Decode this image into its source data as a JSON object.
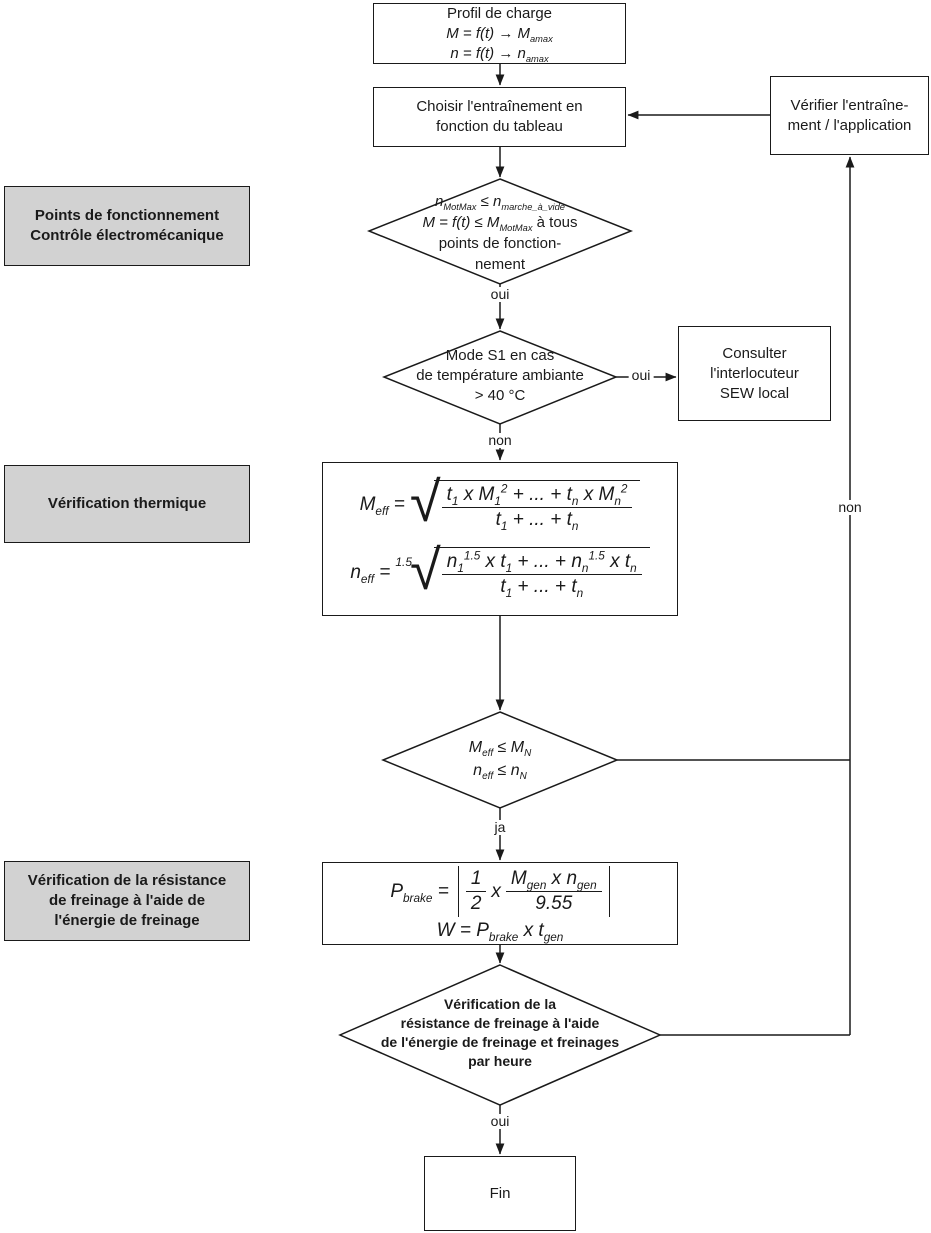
{
  "colors": {
    "label_bg": "#d2d2d2",
    "line": "#1a1a1a",
    "box_bg": "#ffffff"
  },
  "labels": {
    "oui1": "oui",
    "oui2": "oui",
    "non2": "non",
    "ja": "ja",
    "oui4": "oui",
    "non_right": "non"
  },
  "boxes": {
    "profil": {
      "line1": "Profil de charge",
      "line2": [
        {
          "t": "M = f(t) → M"
        },
        {
          "t": "amax",
          "s": "sub"
        }
      ],
      "line3": [
        {
          "t": "n = f(t) → n"
        },
        {
          "t": "amax",
          "s": "sub"
        }
      ]
    },
    "choisir": {
      "line1": "Choisir l'entraînement en",
      "line2": "fonction du tableau"
    },
    "verifier": {
      "line1": "Vérifier l'entraîne-",
      "line2": "ment / l'application"
    },
    "consulter": {
      "line1": "Consulter",
      "line2": "l'interlocuteur",
      "line3": "SEW local"
    },
    "fin": {
      "line1": "Fin"
    }
  },
  "sidelabels": {
    "electro": {
      "line1": "Points de fonctionnement",
      "line2": "Contrôle électromécanique"
    },
    "thermal": {
      "line1": "Vérification thermique"
    },
    "brake": {
      "line1": "Vérification de la résistance",
      "line2": "de freinage à l'aide de",
      "line3": "l'énergie de freinage"
    }
  },
  "decisions": {
    "d1": {
      "line1": [
        {
          "t": "n",
          "i": 1
        },
        {
          "t": "MotMax",
          "s": "sub",
          "i": 1
        },
        {
          "t": " ≤ ",
          "i": 1
        },
        {
          "t": "n",
          "i": 1
        },
        {
          "t": "marche_à_vide",
          "s": "sub",
          "i": 1
        }
      ],
      "line2": [
        {
          "t": "M = f(t) ≤ M",
          "i": 1
        },
        {
          "t": "MotMax",
          "s": "sub",
          "i": 1
        },
        {
          "t": " à tous"
        }
      ],
      "line3": "points de fonction-",
      "line4": "nement"
    },
    "d2": {
      "line1": "Mode S1 en cas",
      "line2": "de température ambiante",
      "line3": "> 40 °C"
    },
    "d3": {
      "line1": [
        {
          "t": "M"
        },
        {
          "t": "eff",
          "s": "sub"
        },
        {
          "t": " ≤ "
        },
        {
          "t": "M"
        },
        {
          "t": "N",
          "s": "sub"
        }
      ],
      "line2": [
        {
          "t": "n"
        },
        {
          "t": "eff",
          "s": "sub"
        },
        {
          "t": " ≤ "
        },
        {
          "t": "n"
        },
        {
          "t": "N",
          "s": "sub"
        }
      ]
    },
    "d4": {
      "line1": "Vérification de la",
      "line2": "résistance de freinage à l'aide",
      "line3": "de l'énergie de freinage et freinages",
      "line4": "par heure"
    }
  },
  "formulas": {
    "radical": "√",
    "meff": {
      "lhs": [
        {
          "t": "M"
        },
        {
          "t": "eff",
          "s": "sub"
        },
        {
          "t": " ="
        }
      ],
      "num": [
        {
          "t": "t"
        },
        {
          "t": "1",
          "s": "sub"
        },
        {
          "t": " x "
        },
        {
          "t": "M"
        },
        {
          "t": "1",
          "s": "sub"
        },
        {
          "t": "2",
          "s": "sup"
        },
        {
          "t": " + ... + "
        },
        {
          "t": "t"
        },
        {
          "t": "n",
          "s": "sub"
        },
        {
          "t": " x "
        },
        {
          "t": "M"
        },
        {
          "t": "n",
          "s": "sub"
        },
        {
          "t": "2",
          "s": "sup"
        }
      ],
      "den": [
        {
          "t": "t"
        },
        {
          "t": "1",
          "s": "sub"
        },
        {
          "t": " + ... + "
        },
        {
          "t": "t"
        },
        {
          "t": "n",
          "s": "sub"
        }
      ]
    },
    "neff": {
      "lhs": [
        {
          "t": "n"
        },
        {
          "t": "eff",
          "s": "sub"
        },
        {
          "t": " ="
        }
      ],
      "root_index": "1.5",
      "num": [
        {
          "t": "n"
        },
        {
          "t": "1",
          "s": "sub"
        },
        {
          "t": "1.5",
          "s": "sup"
        },
        {
          "t": " x "
        },
        {
          "t": "t"
        },
        {
          "t": "1",
          "s": "sub"
        },
        {
          "t": " + ... + "
        },
        {
          "t": "n"
        },
        {
          "t": "n",
          "s": "sub"
        },
        {
          "t": "1.5",
          "s": "sup"
        },
        {
          "t": " x "
        },
        {
          "t": "t"
        },
        {
          "t": "n",
          "s": "sub"
        }
      ],
      "den": [
        {
          "t": "t"
        },
        {
          "t": "1",
          "s": "sub"
        },
        {
          "t": " + ... + "
        },
        {
          "t": "t"
        },
        {
          "t": "n",
          "s": "sub"
        }
      ]
    },
    "pbrake": {
      "lhs": [
        {
          "t": "P"
        },
        {
          "t": "brake",
          "s": "sub"
        },
        {
          "t": " ="
        }
      ],
      "half_num": "1",
      "half_den": "2",
      "times": "x",
      "gen_num": [
        {
          "t": "M"
        },
        {
          "t": "gen",
          "s": "sub"
        },
        {
          "t": " x "
        },
        {
          "t": "n"
        },
        {
          "t": "gen",
          "s": "sub"
        }
      ],
      "gen_den": "9.55"
    },
    "w_line": [
      {
        "t": "W"
      },
      {
        "t": " = "
      },
      {
        "t": "P"
      },
      {
        "t": "brake",
        "s": "sub"
      },
      {
        "t": " x "
      },
      {
        "t": "t"
      },
      {
        "t": "gen",
        "s": "sub"
      }
    ]
  }
}
